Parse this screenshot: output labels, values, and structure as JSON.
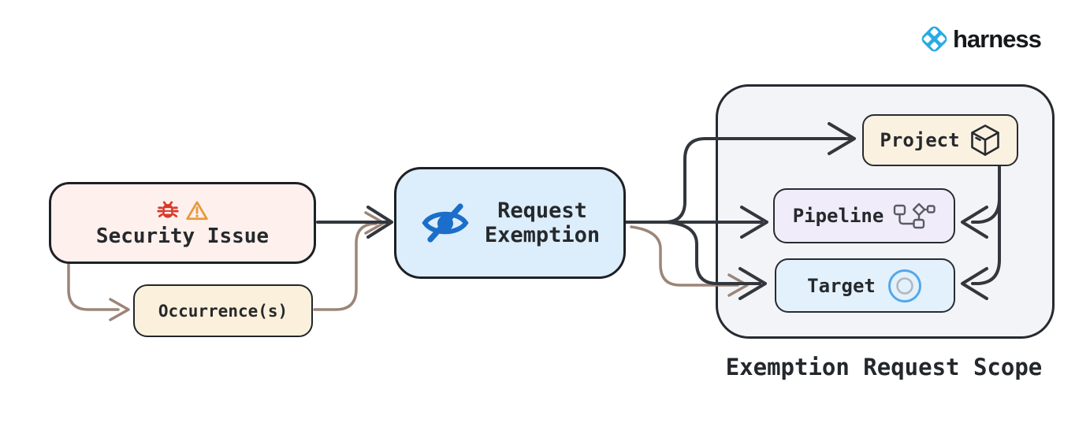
{
  "brand": {
    "name": "harness",
    "logo_icon": "harness-diamond-icon",
    "logo_color": "#29abe2"
  },
  "diagram": {
    "nodes": {
      "security_issue": {
        "label": "Security Issue",
        "icons": [
          "bug-icon",
          "warning-triangle-icon"
        ],
        "bg": "#fdf0ed",
        "bug_color": "#d93b29",
        "warning_color": "#e8993c"
      },
      "occurrences": {
        "label": "Occurrence(s)",
        "bg": "#faf0dc"
      },
      "request_exemption": {
        "label_line1": "Request",
        "label_line2": "Exemption",
        "icon": "eye-off-icon",
        "icon_color": "#1b6ec9",
        "bg": "#dcedfb"
      },
      "project": {
        "label": "Project",
        "icon": "package-cube-icon",
        "bg": "#fbf1e1"
      },
      "pipeline": {
        "label": "Pipeline",
        "icon": "pipeline-graph-icon",
        "bg": "#f0ecf9"
      },
      "target": {
        "label": "Target",
        "icon": "target-circles-icon",
        "icon_color": "#55a7ea",
        "bg": "#e3f1fc"
      }
    },
    "scope": {
      "caption": "Exemption Request Scope",
      "bg": "#f3f4f7"
    },
    "edges": {
      "primary_color": "#33373d",
      "secondary_color": "#9c8578",
      "list": [
        "security-issue -> request-exemption",
        "security-issue -> occurrences",
        "occurrences -> request-exemption",
        "request-exemption -> project",
        "request-exemption -> pipeline",
        "request-exemption -> target",
        "occurrences -> target",
        "project -> pipeline",
        "project -> target"
      ]
    }
  }
}
